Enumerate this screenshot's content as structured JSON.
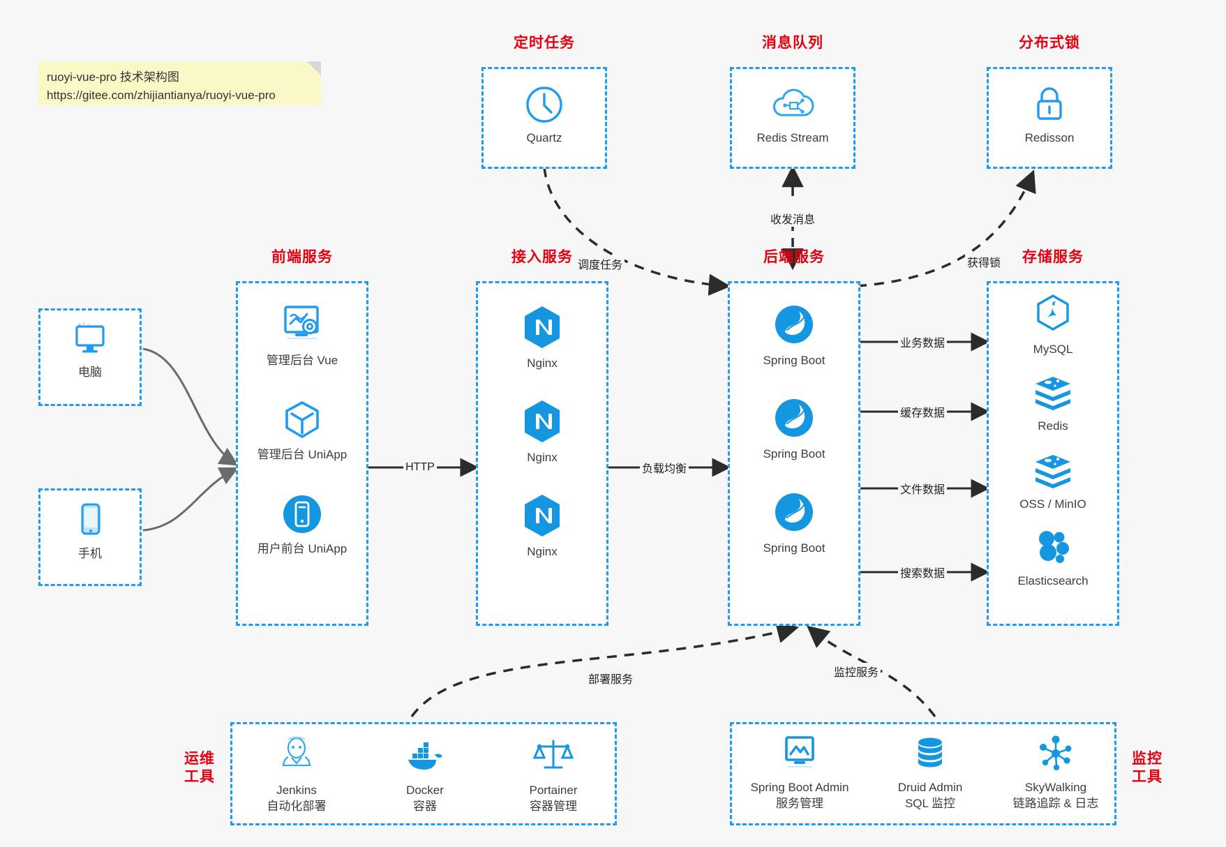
{
  "note": {
    "line1": "ruoyi-vue-pro 技术架构图",
    "line2": "https://gitee.com/zhijiantianya/ruoyi-vue-pro"
  },
  "colors": {
    "accent": "#1f9cf0",
    "group_label": "#e60012",
    "edge": "#3c3c3c",
    "canvas": "#f7f7f7",
    "note": "#fbf8c8"
  },
  "groups": {
    "scheduled_task": {
      "label": "定时任务"
    },
    "message_queue": {
      "label": "消息队列"
    },
    "distributed_lock": {
      "label": "分布式锁"
    },
    "frontend_service": {
      "label": "前端服务"
    },
    "gateway_service": {
      "label": "接入服务"
    },
    "backend_service": {
      "label": "后端服务"
    },
    "storage_service": {
      "label": "存储服务"
    },
    "devops_tools": {
      "label": "运维\n工具",
      "line1": "运维",
      "line2": "工具"
    },
    "monitor_tools": {
      "label": "监控\n工具",
      "line1": "监控",
      "line2": "工具"
    }
  },
  "clients": [
    {
      "icon": "desktop-icon",
      "label": "电脑"
    },
    {
      "icon": "mobile-icon",
      "label": "手机"
    }
  ],
  "scheduled_task_nodes": [
    {
      "icon": "clock-icon",
      "label": "Quartz"
    }
  ],
  "message_queue_nodes": [
    {
      "icon": "cloud-stream-icon",
      "label": "Redis Stream"
    }
  ],
  "distributed_lock_nodes": [
    {
      "icon": "lock-icon",
      "label": "Redisson"
    }
  ],
  "frontend_nodes": [
    {
      "icon": "dashboard-gear-icon",
      "label": "管理后台 Vue"
    },
    {
      "icon": "cube-icon",
      "label": "管理后台 UniApp"
    },
    {
      "icon": "phone-circle-icon",
      "label": "用户前台 UniApp"
    }
  ],
  "gateway_nodes": [
    {
      "icon": "nginx-icon",
      "label": "Nginx"
    },
    {
      "icon": "nginx-icon",
      "label": "Nginx"
    },
    {
      "icon": "nginx-icon",
      "label": "Nginx"
    }
  ],
  "backend_nodes": [
    {
      "icon": "spring-boot-icon",
      "label": "Spring Boot"
    },
    {
      "icon": "spring-boot-icon",
      "label": "Spring Boot"
    },
    {
      "icon": "spring-boot-icon",
      "label": "Spring Boot"
    }
  ],
  "storage_nodes": [
    {
      "icon": "mysql-icon",
      "label": "MySQL"
    },
    {
      "icon": "redis-icon",
      "label": "Redis"
    },
    {
      "icon": "oss-icon",
      "label": "OSS / MinIO"
    },
    {
      "icon": "elasticsearch-icon",
      "label": "Elasticsearch"
    }
  ],
  "devops_nodes": [
    {
      "icon": "jenkins-icon",
      "label": "Jenkins",
      "sub": "自动化部署"
    },
    {
      "icon": "docker-icon",
      "label": "Docker",
      "sub": "容器"
    },
    {
      "icon": "portainer-icon",
      "label": "Portainer",
      "sub": "容器管理"
    }
  ],
  "monitor_nodes": [
    {
      "icon": "spring-boot-admin-icon",
      "label": "Spring Boot Admin",
      "sub": "服务管理"
    },
    {
      "icon": "druid-icon",
      "label": "Druid Admin",
      "sub": "SQL 监控"
    },
    {
      "icon": "skywalking-icon",
      "label": "SkyWalking",
      "sub": "链路追踪 & 日志"
    }
  ],
  "edges": {
    "http": "HTTP",
    "load_balance": "负载均衡",
    "schedule_task": "调度任务",
    "send_receive_message": "收发消息",
    "acquire_lock": "获得锁",
    "business_data": "业务数据",
    "cache_data": "缓存数据",
    "file_data": "文件数据",
    "search_data": "搜索数据",
    "deploy_service": "部署服务",
    "monitor_service": "监控服务"
  }
}
